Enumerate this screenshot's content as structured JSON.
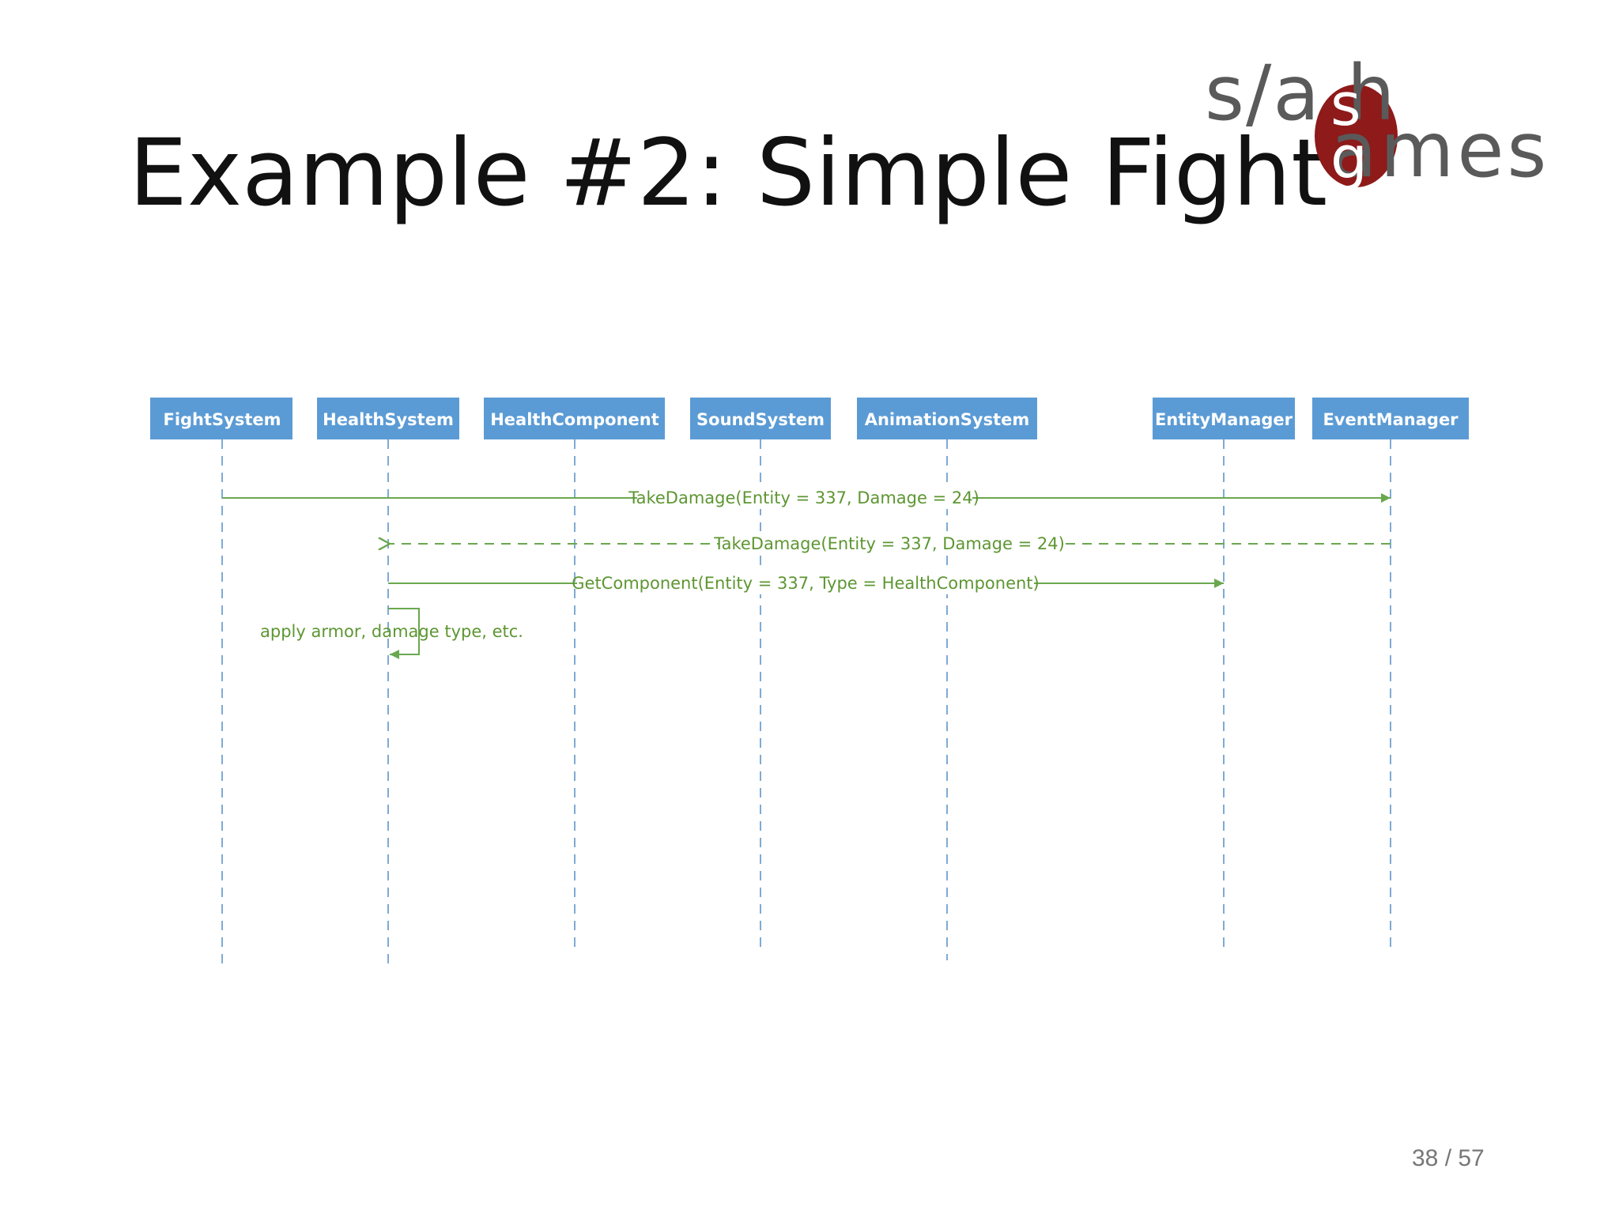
{
  "slide": {
    "title": "Example #2: Simple Fight",
    "page_number": "38 / 57"
  },
  "logo": {
    "line1": "s/a h",
    "line2": "ames",
    "circle_letters": "s\ng",
    "brand_color": "#8e1a1a",
    "text_color": "#5a5a5a"
  },
  "diagram": {
    "lifelines": [
      "FightSystem",
      "HealthSystem",
      "HealthComponent",
      "SoundSystem",
      "AnimationSystem",
      "EntityManager",
      "EventManager"
    ],
    "messages": [
      {
        "label": "TakeDamage(Entity = 337, Damage = 24)",
        "from": "FightSystem",
        "to": "EventManager",
        "style": "solid"
      },
      {
        "label": "TakeDamage(Entity = 337, Damage = 24)",
        "from": "EventManager",
        "to": "HealthSystem",
        "style": "dashed-return"
      },
      {
        "label": "GetComponent(Entity = 337, Type = HealthComponent)",
        "from": "HealthSystem",
        "to": "EntityManager",
        "style": "solid"
      },
      {
        "label": "apply armor, damage type, etc.",
        "from": "HealthSystem",
        "to": "HealthSystem",
        "style": "self"
      }
    ],
    "colors": {
      "lifeline_box": "#5b9bd5",
      "lifeline_line": "#7eaad4",
      "message": "#6aa84f"
    }
  }
}
